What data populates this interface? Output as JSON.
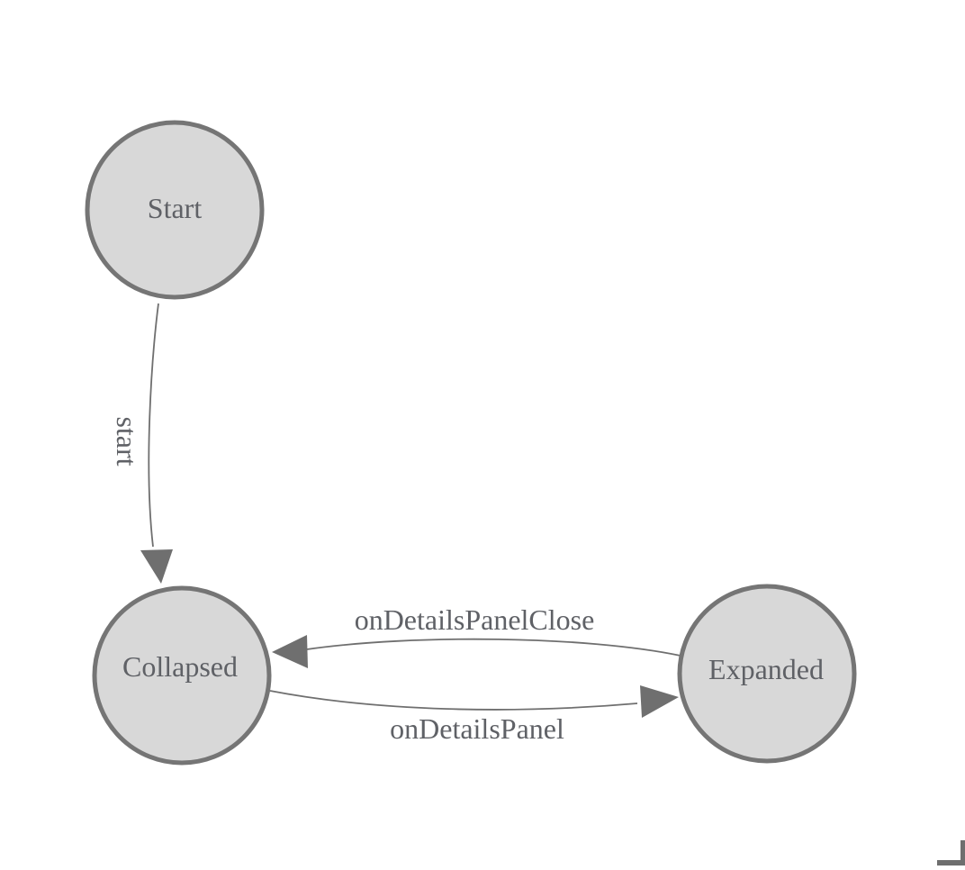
{
  "diagram": {
    "type": "state-machine",
    "nodes": [
      {
        "id": "Start",
        "label": "Start"
      },
      {
        "id": "Collapsed",
        "label": "Collapsed"
      },
      {
        "id": "Expanded",
        "label": "Expanded"
      }
    ],
    "edges": [
      {
        "from": "Start",
        "to": "Collapsed",
        "label": "start"
      },
      {
        "from": "Expanded",
        "to": "Collapsed",
        "label": "onDetailsPanelClose"
      },
      {
        "from": "Collapsed",
        "to": "Expanded",
        "label": "onDetailsPanel"
      }
    ]
  },
  "colors": {
    "background": "#ffffff",
    "node_fill": "#d8d8d8",
    "node_border": "#757575",
    "edge": "#6f6f6f",
    "text": "#5f6166",
    "scroll_corner": "#6e6e6e"
  }
}
